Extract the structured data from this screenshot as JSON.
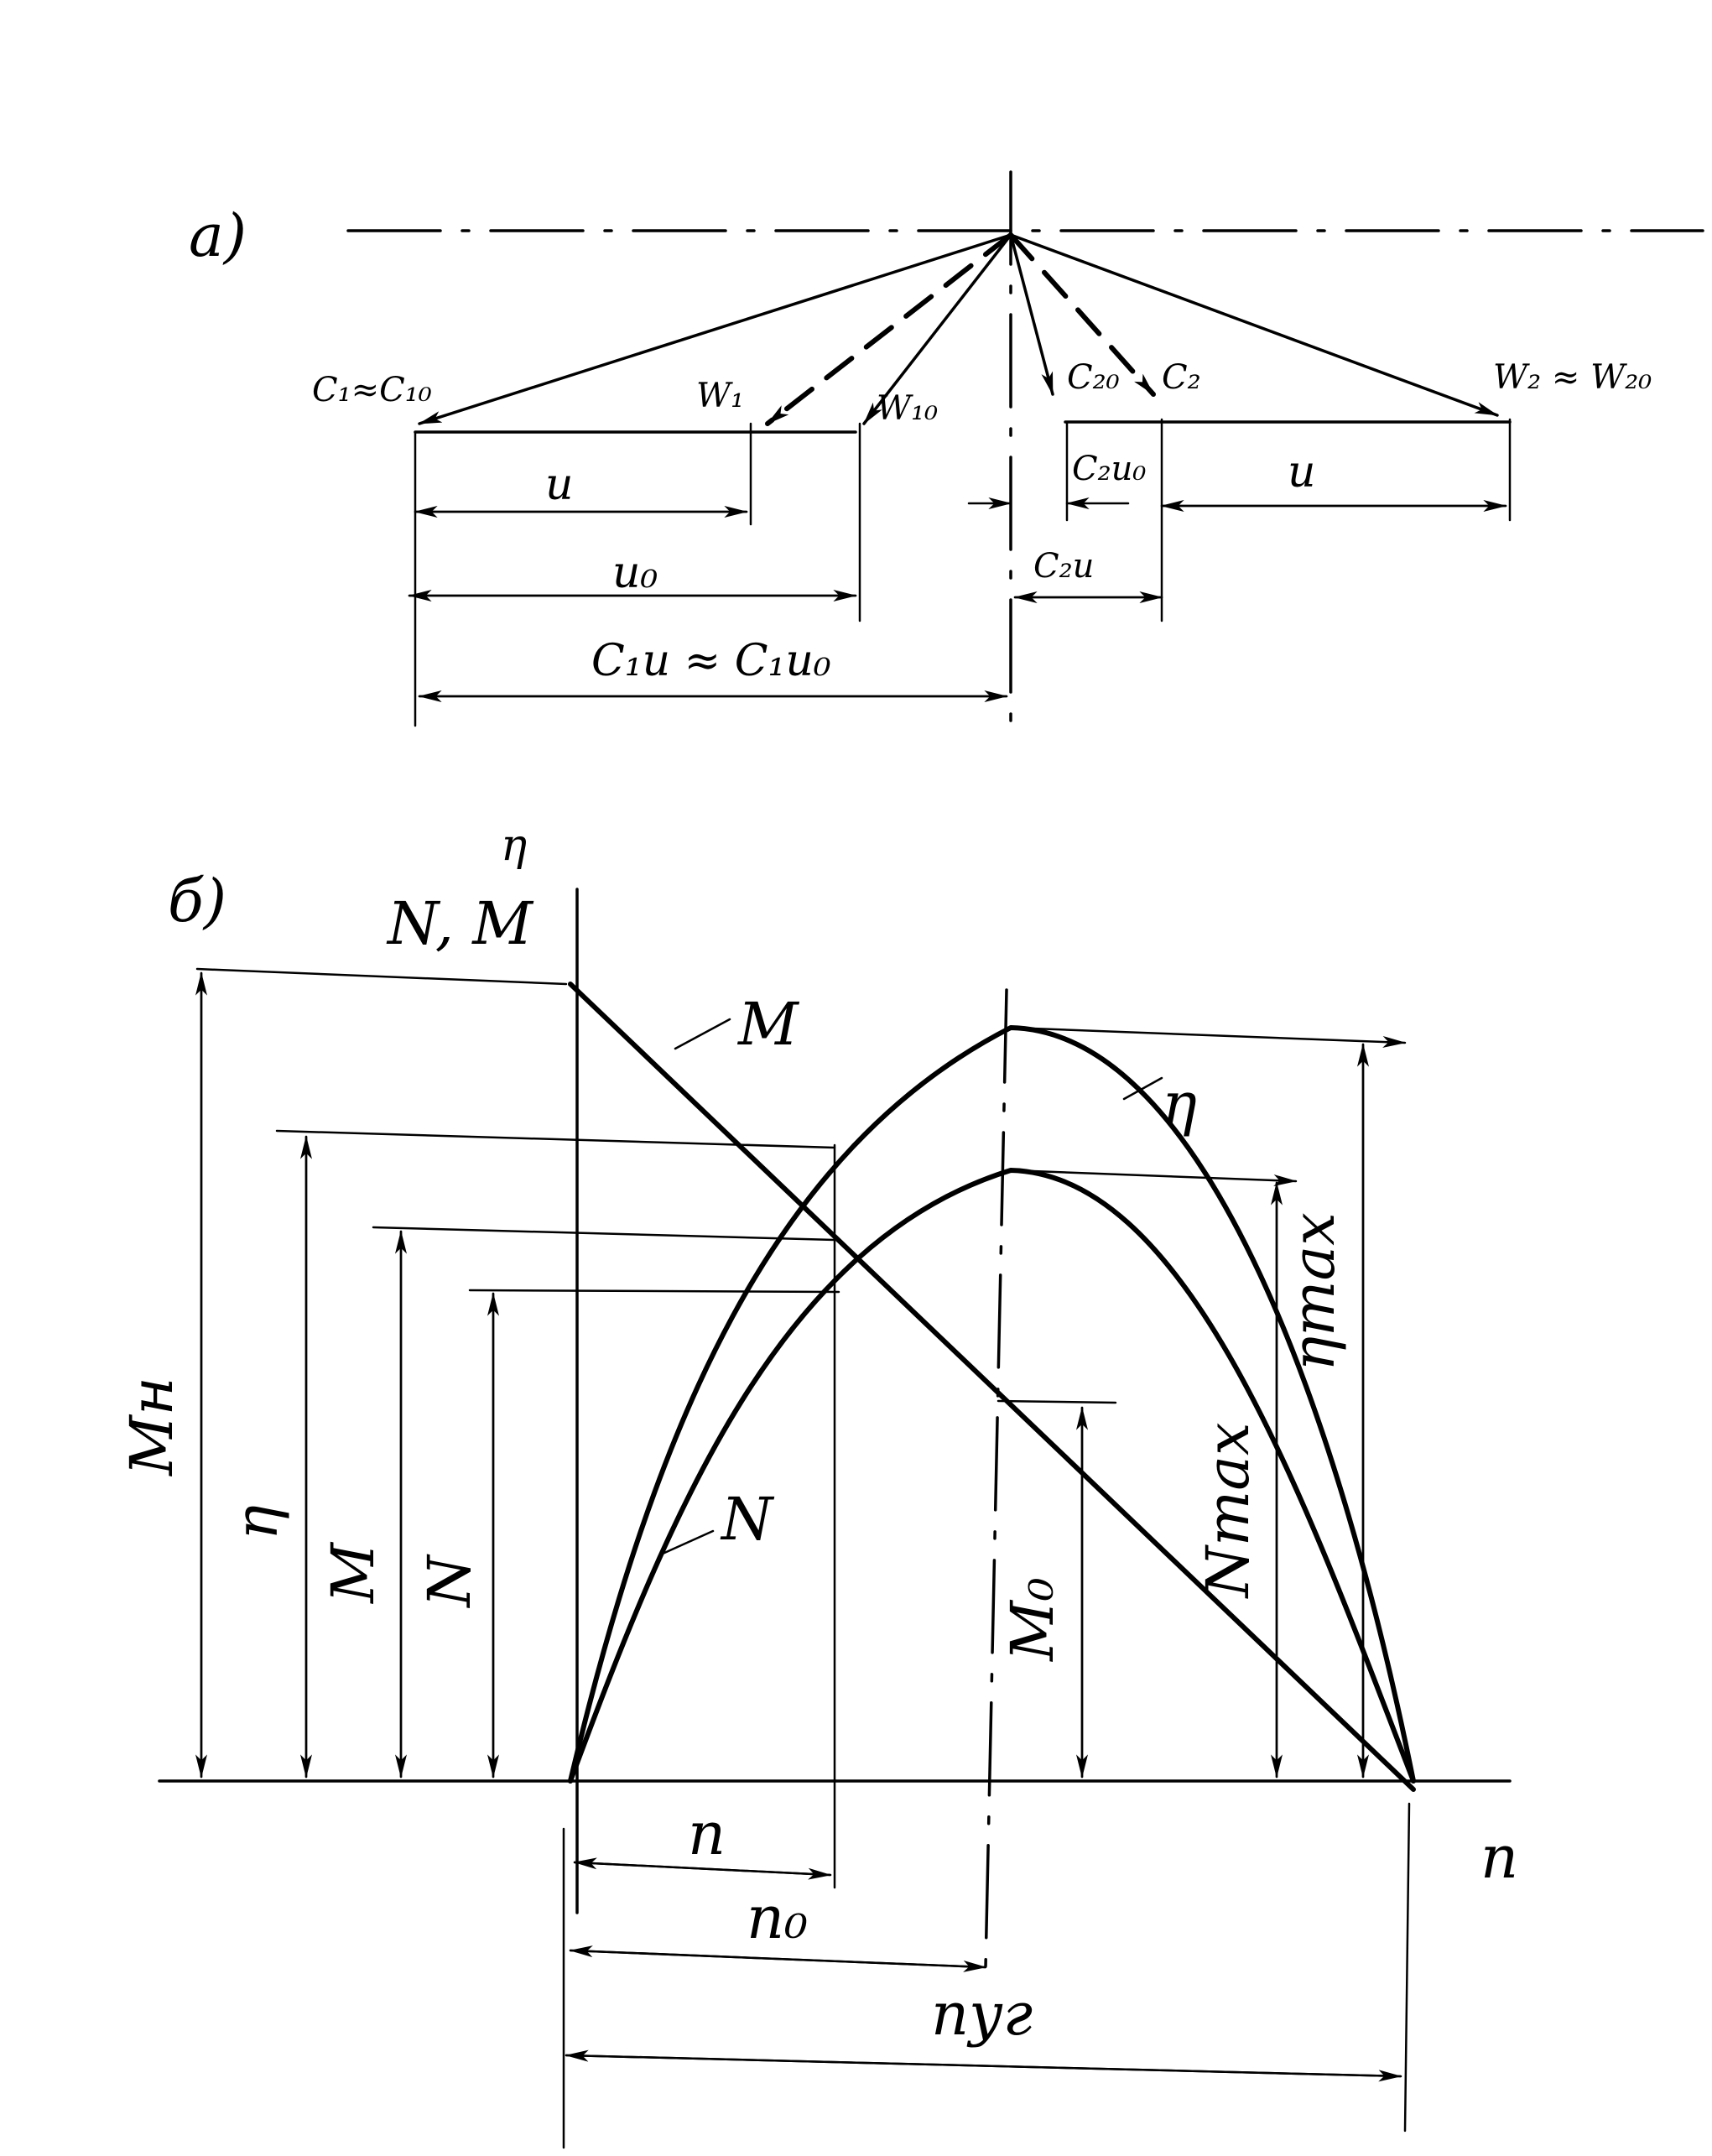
{
  "panel_a": {
    "label": "a)",
    "vec_c1": "C₁≈C₁₀",
    "vec_w1": "W₁",
    "vec_w10": "W₁₀",
    "vec_c20": "C₂₀",
    "vec_c2": "C₂",
    "vec_w2": "W₂ ≈ W₂₀",
    "dim_u_left": "u",
    "dim_u0": "u₀",
    "dim_c1u": "C₁u ≈ C₁u₀",
    "dim_c2u0": "C₂u₀",
    "dim_c2u": "C₂u",
    "dim_u_right": "u"
  },
  "panel_b": {
    "label": "б)",
    "axis_y": "N, M",
    "axis_y_eta": "η",
    "axis_x": "n",
    "curve_m": "M",
    "curve_eta": "η",
    "curve_n": "N",
    "dim_mh": "Mн",
    "dim_eta": "η",
    "dim_m": "M",
    "dim_n_vert": "N",
    "dim_m0": "M₀",
    "dim_nmax": "Nmax",
    "dim_etamax": "ηmax",
    "dim_n": "n",
    "dim_n0": "n₀",
    "dim_nyr": "nуг"
  }
}
